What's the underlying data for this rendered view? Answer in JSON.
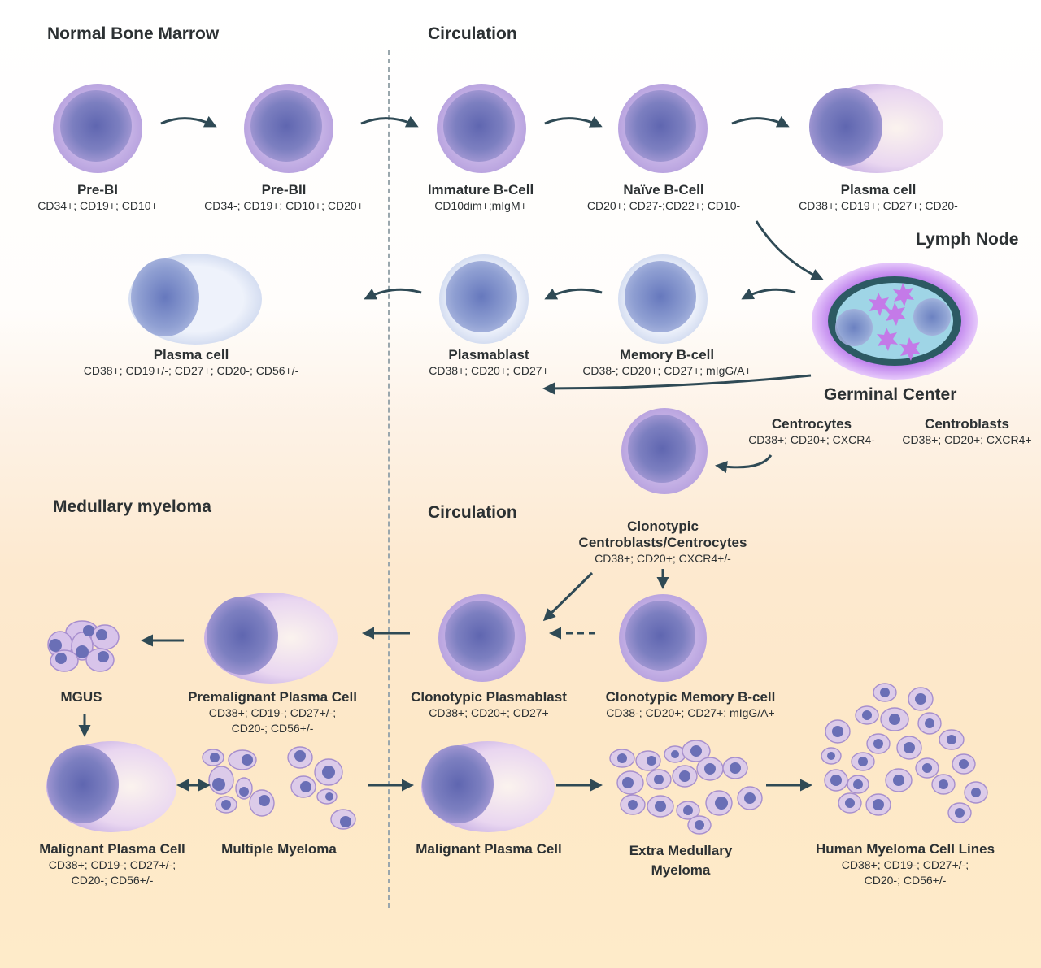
{
  "sections": {
    "normal_bone_marrow": "Normal Bone Marrow",
    "circulation_top": "Circulation",
    "lymph_node": "Lymph Node",
    "germinal_center": "Germinal Center",
    "medullary_myeloma": "Medullary myeloma",
    "circulation_bottom": "Circulation"
  },
  "cells": {
    "pre_bi": {
      "name": "Pre-BI",
      "markers": [
        "CD34+; CD19+; CD10+"
      ]
    },
    "pre_bii": {
      "name": "Pre-BII",
      "markers": [
        "CD34-; CD19+; CD10+; CD20+"
      ]
    },
    "immature_b": {
      "name": "Immature B-Cell",
      "markers": [
        "CD10dim+;mIgM+"
      ]
    },
    "naive_b": {
      "name": "Naïve B-Cell",
      "markers": [
        "CD20+; CD27-;CD22+; CD10-"
      ]
    },
    "plasma_circ": {
      "name": "Plasma cell",
      "markers": [
        "CD38+; CD19+; CD27+; CD20-"
      ]
    },
    "plasma_bm": {
      "name": "Plasma cell",
      "markers": [
        "CD38+; CD19+/-; CD27+; CD20-; CD56+/-"
      ]
    },
    "plasmablast": {
      "name": "Plasmablast",
      "markers": [
        "CD38+; CD20+; CD27+"
      ]
    },
    "memory_b": {
      "name": "Memory B-cell",
      "markers": [
        "CD38-; CD20+; CD27+; mIgG/A+"
      ]
    },
    "centrocytes": {
      "name": "Centrocytes",
      "markers": [
        "CD38+; CD20+; CXCR4-"
      ]
    },
    "centroblasts": {
      "name": "Centroblasts",
      "markers": [
        "CD38+; CD20+; CXCR4+"
      ]
    },
    "clonotypic_cb_cc": {
      "name": [
        "Clonotypic",
        "Centroblasts/Centrocytes"
      ],
      "markers": [
        "CD38+; CD20+; CXCR4+/-"
      ]
    },
    "mgus": {
      "name": "MGUS",
      "markers": []
    },
    "premalignant_plasma": {
      "name": "Premalignant Plasma Cell",
      "markers": [
        "CD38+; CD19-; CD27+/-;",
        "CD20-; CD56+/-"
      ]
    },
    "clonotypic_plasmablast": {
      "name": "Clonotypic Plasmablast",
      "markers": [
        "CD38+; CD20+; CD27+"
      ]
    },
    "clonotypic_memory_b": {
      "name": "Clonotypic Memory B-cell",
      "markers": [
        "CD38-; CD20+; CD27+; mIgG/A+"
      ]
    },
    "malignant_plasma_bm": {
      "name": "Malignant Plasma Cell",
      "markers": [
        "CD38+; CD19-; CD27+/-;",
        "CD20-; CD56+/-"
      ]
    },
    "multiple_myeloma": {
      "name": "Multiple Myeloma",
      "markers": []
    },
    "malignant_plasma_circ": {
      "name": "Malignant Plasma Cell",
      "markers": []
    },
    "extra_medullary": {
      "name": [
        "Extra Medullary",
        "Myeloma"
      ],
      "markers": []
    },
    "hmcl": {
      "name": "Human Myeloma Cell Lines",
      "markers": [
        "CD38+; CD19-; CD27+/-;",
        "CD20-; CD56+/-"
      ]
    }
  },
  "colors": {
    "arrow": "#2f4a55",
    "cell_membrane_purple": "#c9b3e6",
    "cell_nucleus": "#6d74b8",
    "cell_membrane_blue": "#c8d4ec",
    "background_top": "#ffffff",
    "background_bottom": "#fde8c8",
    "divider": "#9aa7ad"
  }
}
